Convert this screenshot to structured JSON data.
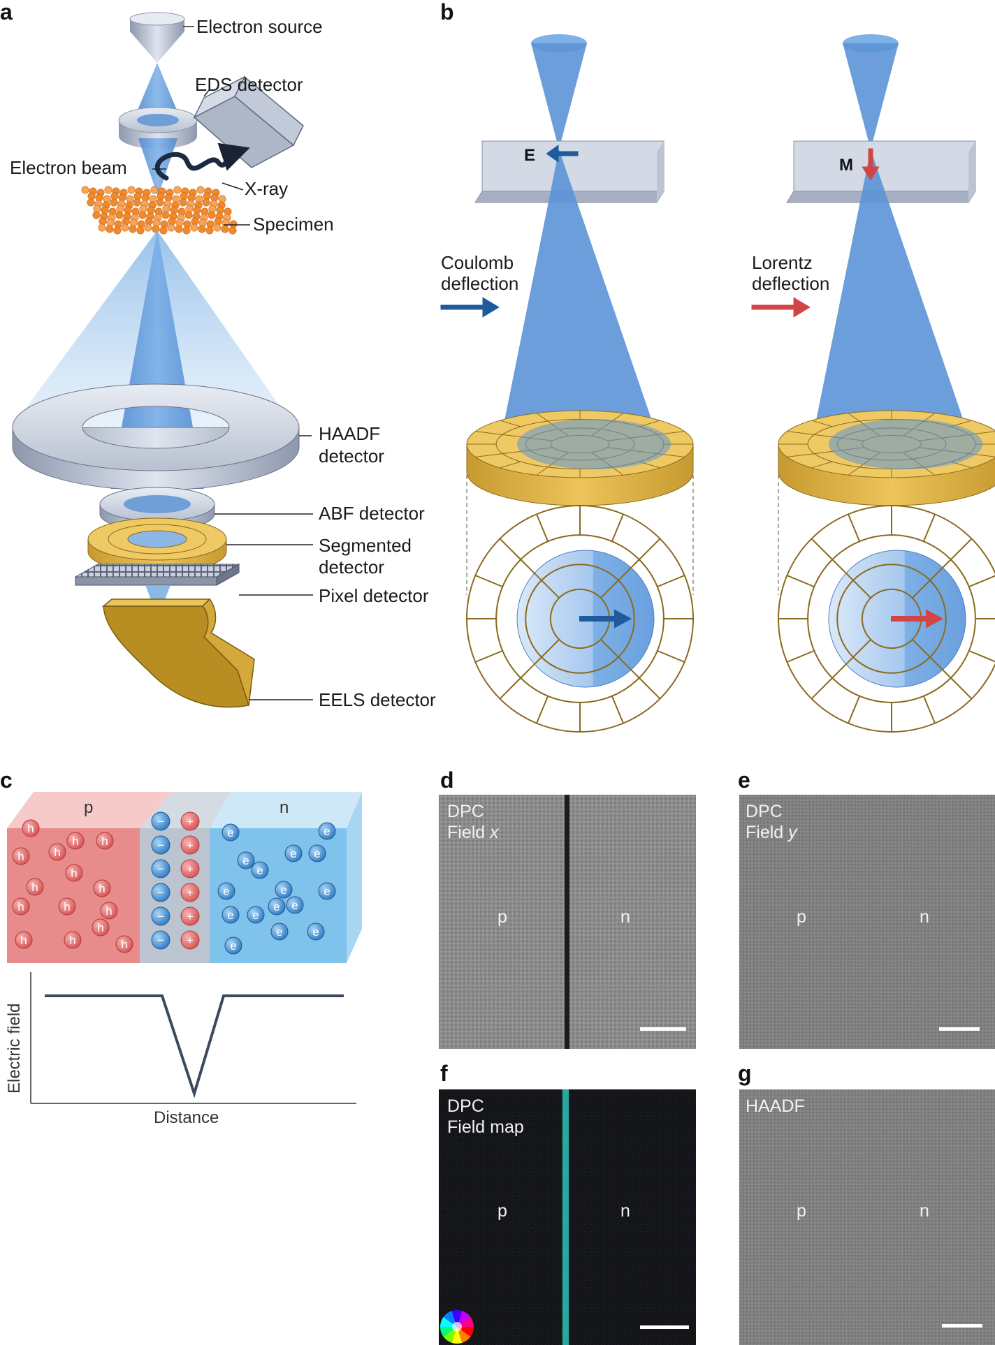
{
  "panels": {
    "a": "a",
    "b": "b",
    "c": "c",
    "d": "d",
    "e": "e",
    "f": "f",
    "g": "g"
  },
  "panel_a": {
    "electron_source": "Electron source",
    "eds_detector": "EDS detector",
    "electron_beam": "Electron beam",
    "xray": "X-ray",
    "specimen": "Specimen",
    "haadf_line1": "HAADF",
    "haadf_line2": "detector",
    "abf": "ABF detector",
    "segmented_line1": "Segmented",
    "segmented_line2": "detector",
    "pixel": "Pixel detector",
    "eels": "EELS detector"
  },
  "panel_b": {
    "e_field": "E",
    "m_field": "M",
    "coulomb_line1": "Coulomb",
    "coulomb_line2": "deflection",
    "lorentz_line1": "Lorentz",
    "lorentz_line2": "deflection"
  },
  "panel_c": {
    "p_region": "p",
    "n_region": "n",
    "hole": "h",
    "electron": "e",
    "neg_ion": "−",
    "pos_ion": "+",
    "ylabel": "Electric field",
    "xlabel": "Distance"
  },
  "panel_d": {
    "line1": "DPC",
    "line2_prefix": "Field ",
    "line2_italic": "x",
    "p": "p",
    "n": "n"
  },
  "panel_e": {
    "line1": "DPC",
    "line2_prefix": "Field ",
    "line2_italic": "y",
    "p": "p",
    "n": "n"
  },
  "panel_f": {
    "line1": "DPC",
    "line2": "Field map",
    "p": "p",
    "n": "n"
  },
  "panel_g": {
    "line1": "HAADF",
    "p": "p",
    "n": "n"
  },
  "colors": {
    "beam": "#5b93d6",
    "coulomb_arrow": "#1f5a9c",
    "lorentz_arrow": "#d14545",
    "detector_gold": "#e3b84a",
    "p_region": "#e88b8b",
    "n_region": "#7fc3ec",
    "field_line": "#3d4a5e"
  }
}
